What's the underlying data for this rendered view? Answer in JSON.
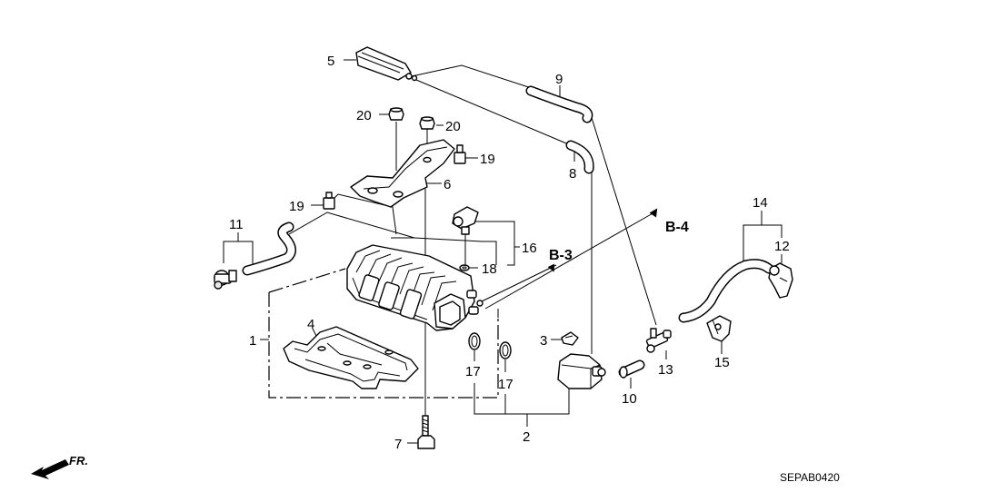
{
  "diagram": {
    "callouts": [
      {
        "id": "1",
        "text": "1"
      },
      {
        "id": "2",
        "text": "2"
      },
      {
        "id": "3",
        "text": "3"
      },
      {
        "id": "4",
        "text": "4"
      },
      {
        "id": "5",
        "text": "5"
      },
      {
        "id": "6",
        "text": "6"
      },
      {
        "id": "7",
        "text": "7"
      },
      {
        "id": "8",
        "text": "8"
      },
      {
        "id": "9",
        "text": "9"
      },
      {
        "id": "10",
        "text": "10"
      },
      {
        "id": "11",
        "text": "11"
      },
      {
        "id": "12",
        "text": "12"
      },
      {
        "id": "13",
        "text": "13"
      },
      {
        "id": "14",
        "text": "14"
      },
      {
        "id": "15",
        "text": "15"
      },
      {
        "id": "16",
        "text": "16"
      },
      {
        "id": "17a",
        "text": "17"
      },
      {
        "id": "17b",
        "text": "17"
      },
      {
        "id": "18",
        "text": "18"
      },
      {
        "id": "19a",
        "text": "19"
      },
      {
        "id": "19b",
        "text": "19"
      },
      {
        "id": "20a",
        "text": "20"
      },
      {
        "id": "20b",
        "text": "20"
      }
    ],
    "references": {
      "b3": "B-3",
      "b4": "B-4"
    },
    "front_indicator": "FR.",
    "drawing_code": "SEPAB0420"
  }
}
